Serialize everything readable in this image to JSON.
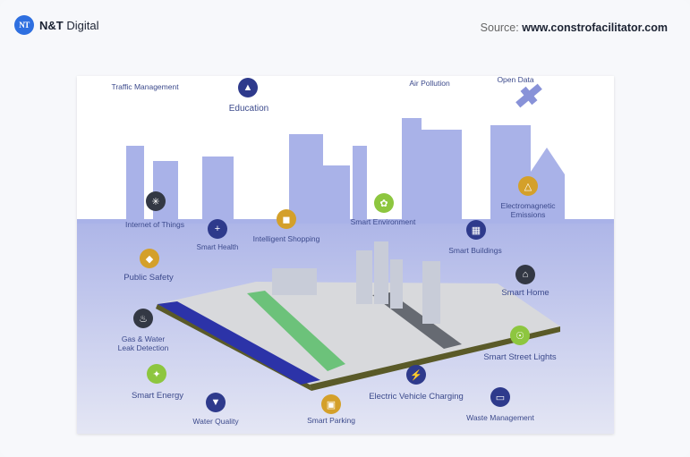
{
  "header": {
    "brand_logo_text": "NT",
    "brand_name_bold": "N&T",
    "brand_name_rest": " Digital",
    "source_label": "Source:",
    "source_url": "www.constrofacilitator.com"
  },
  "figure": {
    "labels": [
      {
        "id": "traffic",
        "text": "Traffic Management",
        "icon": "cctv-camera-icon",
        "color": "#8dc63f"
      },
      {
        "id": "education",
        "text": "Education",
        "icon": "graduation-cap-icon",
        "color": "#2e3a8c"
      },
      {
        "id": "air",
        "text": "Air Pollution",
        "icon": "fan-icon",
        "color": "#2e3a8c"
      },
      {
        "id": "opendata",
        "text": "Open Data",
        "icon": "folder-icon",
        "color": "#2e3a8c"
      },
      {
        "id": "iot",
        "text": "Internet of Things",
        "icon": "network-icon",
        "color": "#333844"
      },
      {
        "id": "health",
        "text": "Smart Health",
        "icon": "medical-kit-icon",
        "color": "#2e3a8c"
      },
      {
        "id": "shopping",
        "text": "Intelligent Shopping",
        "icon": "shopping-cart-icon",
        "color": "#d4a02a"
      },
      {
        "id": "environment",
        "text": "Smart Environment",
        "icon": "leaf-icon",
        "color": "#8dc63f"
      },
      {
        "id": "emissions",
        "text": "Electromagnetic\nEmissions",
        "icon": "power-tower-icon",
        "color": "#d4a02a"
      },
      {
        "id": "buildings",
        "text": "Smart Buildings",
        "icon": "building-icon",
        "color": "#2e3a8c"
      },
      {
        "id": "safety",
        "text": "Public Safety",
        "icon": "shield-icon",
        "color": "#d4a02a"
      },
      {
        "id": "home",
        "text": "Smart Home",
        "icon": "house-icon",
        "color": "#333844"
      },
      {
        "id": "gas",
        "text": "Gas & Water\nLeak Detection",
        "icon": "flame-icon",
        "color": "#333844"
      },
      {
        "id": "streetlights",
        "text": "Smart Street Lights",
        "icon": "lightbulb-icon",
        "color": "#8dc63f"
      },
      {
        "id": "energy",
        "text": "Smart Energy",
        "icon": "wind-turbine-icon",
        "color": "#8dc63f"
      },
      {
        "id": "water",
        "text": "Water Quality",
        "icon": "faucet-icon",
        "color": "#2e3a8c"
      },
      {
        "id": "parking",
        "text": "Smart Parking",
        "icon": "car-icon",
        "color": "#d4a02a"
      },
      {
        "id": "ev",
        "text": "Electric Vehicle Charging",
        "icon": "plug-icon",
        "color": "#2e3a8c"
      },
      {
        "id": "waste",
        "text": "Waste Management",
        "icon": "trash-bin-icon",
        "color": "#2e3a8c"
      }
    ]
  }
}
